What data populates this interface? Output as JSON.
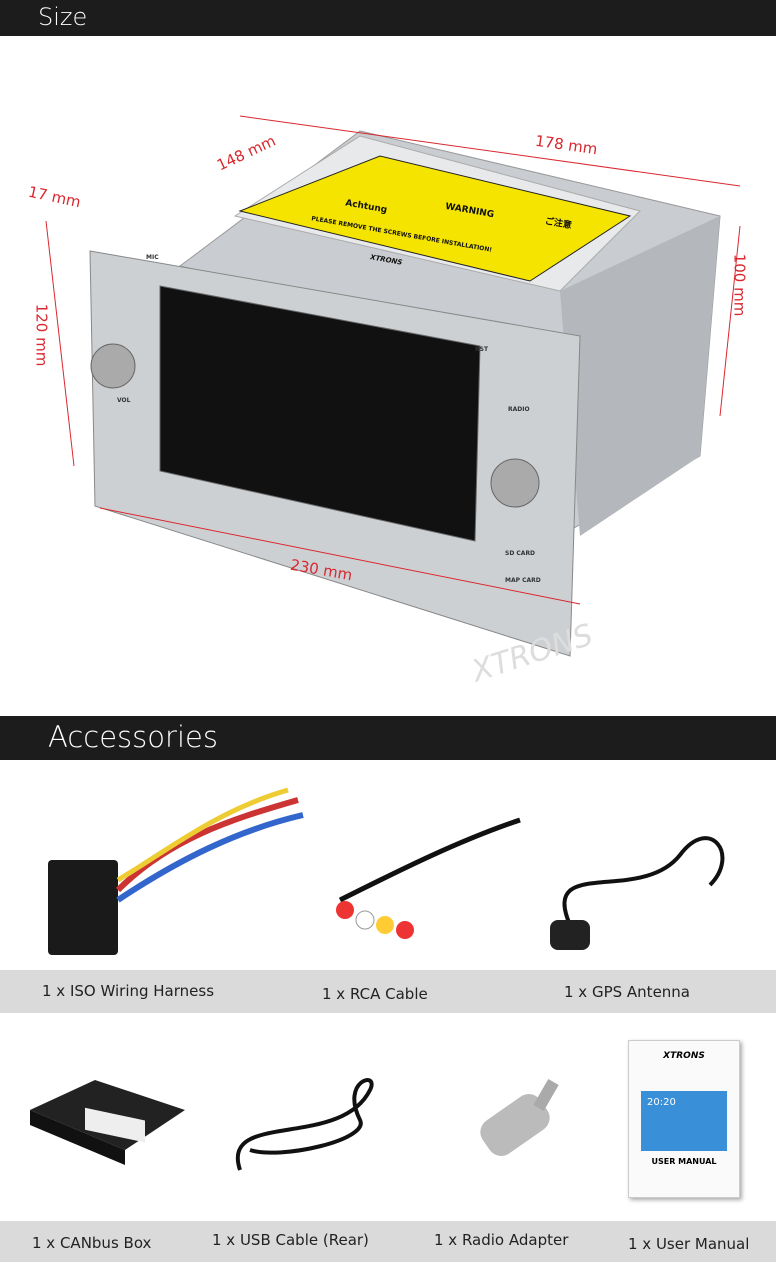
{
  "sections": {
    "size": "Size",
    "accessories": "Accessories"
  },
  "dimensions": {
    "depth": "148 mm",
    "width_top": "178 mm",
    "face_depth": "17 mm",
    "height_front": "120 mm",
    "height_body": "100 mm",
    "width_front": "230 mm"
  },
  "device": {
    "brand": "XTRONS",
    "warning_a": "Achtung",
    "warning_b": "WARNING",
    "warning_c": "ご注意",
    "notice": "PLEASE REMOVE THE SCREWS BEFORE INSTALLATION!",
    "labels": {
      "mic": "MIC",
      "vol": "VOL",
      "rst": "RST",
      "radio": "RADIO",
      "sd": "SD CARD",
      "map": "MAP CARD"
    }
  },
  "watermark": "XTRONS",
  "accessories": [
    {
      "label": "1 x ISO Wiring Harness"
    },
    {
      "label": "1 x RCA Cable"
    },
    {
      "label": "1 x GPS Antenna"
    },
    {
      "label": "1 x CANbus Box"
    },
    {
      "label": "1 x USB Cable (Rear)"
    },
    {
      "label": "1 x Radio Adapter"
    },
    {
      "label": "1 x User Manual"
    }
  ],
  "manual": {
    "brand": "XTRONS",
    "title": "USER MANUAL",
    "clock": "20:20"
  },
  "colors": {
    "header": "#1c1c1c",
    "caption_bg": "#dadada",
    "dimension": "#d9282f",
    "warning": "#f5e400"
  }
}
